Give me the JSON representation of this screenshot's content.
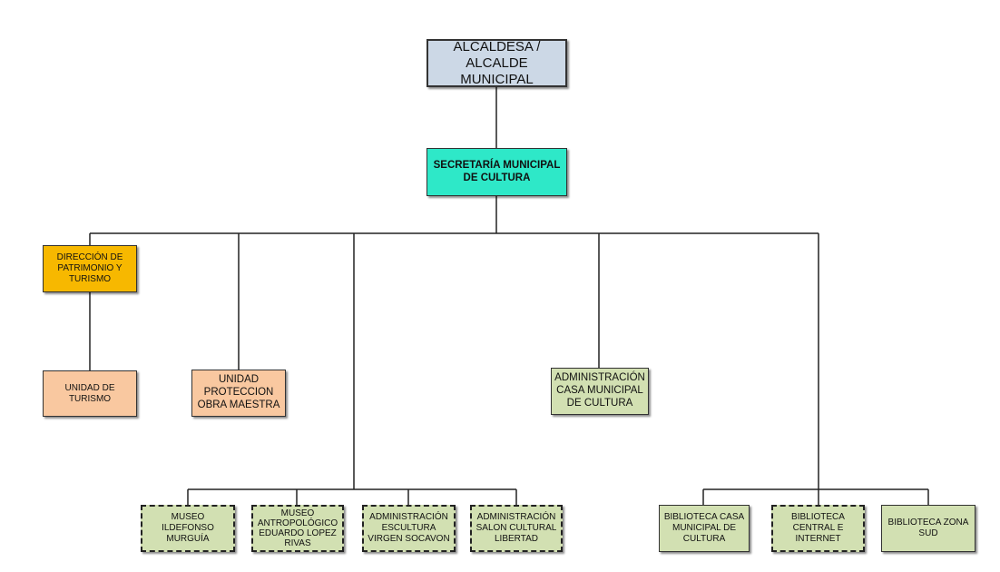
{
  "org_chart": {
    "mayor": {
      "lines": [
        "ALCALDESA /",
        "ALCALDE",
        "MUNICIPAL"
      ]
    },
    "secretariat": {
      "lines": [
        "SECRETARÍA MUNICIPAL",
        "DE CULTURA"
      ]
    },
    "direccion_patrimonio": {
      "lines": [
        "DIRECCIÓN DE",
        "PATRIMONIO Y",
        "TURISMO"
      ]
    },
    "unidad_turismo": {
      "lines": [
        "UNIDAD DE",
        "TURISMO"
      ]
    },
    "unidad_proteccion": {
      "lines": [
        "UNIDAD",
        "PROTECCION",
        "OBRA MAESTRA"
      ]
    },
    "admin_casa_municipal": {
      "lines": [
        "ADMINISTRACIÓN",
        "CASA MUNICIPAL",
        "DE CULTURA"
      ]
    },
    "museo_ildefonso": {
      "lines": [
        "MUSEO ILDEFONSO",
        "MURGUÍA"
      ]
    },
    "museo_antropologico": {
      "lines": [
        "MUSEO",
        "ANTROPOLÓGICO",
        "EDUARDO LOPEZ",
        "RIVAS"
      ]
    },
    "admin_escultura": {
      "lines": [
        "ADMINISTRACIÓN",
        "ESCULTURA",
        "VIRGEN SOCAVON"
      ]
    },
    "admin_salon": {
      "lines": [
        "ADMINISTRACIÓN",
        "SALON CULTURAL",
        "LIBERTAD"
      ]
    },
    "biblioteca_casa": {
      "lines": [
        "BIBLIOTECA CASA",
        "MUNICIPAL DE",
        "CULTURA"
      ]
    },
    "biblioteca_central": {
      "lines": [
        "BIBLIOTECA",
        "CENTRAL E",
        "INTERNET"
      ]
    },
    "biblioteca_sud": {
      "lines": [
        "BIBLIOTECA ZONA",
        "SUD"
      ]
    }
  },
  "colors": {
    "mayor": "#ccd8e6",
    "secretariat": "#2ee8c8",
    "direccion": "#f7b800",
    "unidad": "#f9c8a0",
    "entity": "#d2e0b2"
  }
}
